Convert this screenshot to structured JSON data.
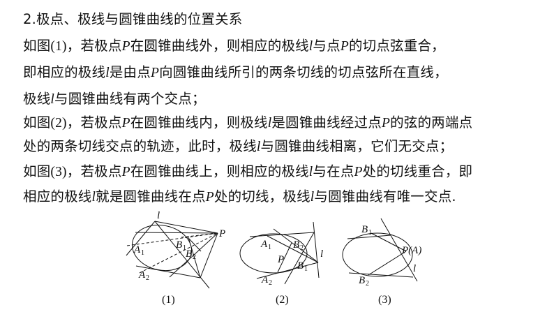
{
  "heading": "2.极点、极线与圆锥曲线的位置关系",
  "paragraphs": {
    "p1": {
      "line1": {
        "a": "如图",
        "b": "(1)",
        "c": "，若极点",
        "d": "P",
        "e": "在圆锥曲线外，则相应的极线",
        "f": "l",
        "g": "与点",
        "h": "P",
        "i": "的切点弦重合，"
      },
      "line2": {
        "a": "即相应的极线",
        "b": "l",
        "c": "是由点",
        "d": "P",
        "e": "向圆锥曲线所引的两条切线的切点弦所在直线，"
      },
      "line3": {
        "a": "极线",
        "b": "l",
        "c": "与圆锥曲线有两个交点；"
      }
    },
    "p2": {
      "line1": {
        "a": "如图",
        "b": "(2)",
        "c": "，若极点",
        "d": "P",
        "e": "在圆锥曲线内，则极线",
        "f": "l",
        "g": "是圆锥曲线经过点",
        "h": "P",
        "i": "的弦的两端点"
      },
      "line2": {
        "a": "处的两条切线交点的轨迹，此时，极线",
        "b": "l",
        "c": "与圆锥曲线相离，它们无交点；"
      }
    },
    "p3": {
      "line1": {
        "a": "如图",
        "b": "(3)",
        "c": "，若极点",
        "d": "P",
        "e": "在圆锥曲线上，则相应的极线",
        "f": "l",
        "g": "与在点",
        "h": "P",
        "i": "处的切线重合，即"
      },
      "line2": {
        "a": "相应的极线",
        "b": "l",
        "c": "就是圆锥曲线在点",
        "d": "P",
        "e": "处的切线，极线",
        "f": "l",
        "g": "与圆锥曲线有唯一交点."
      }
    }
  },
  "figures": [
    {
      "caption": "(1)",
      "labels": {
        "l": "l",
        "P": "P",
        "A1": "A",
        "A1_sub": "1",
        "A2": "A",
        "A2_sub": "2",
        "B1": "B",
        "B1_sub": "1",
        "B2": "B",
        "B2_sub": "2"
      }
    },
    {
      "caption": "(2)",
      "labels": {
        "l": "l",
        "P": "P",
        "A1": "A",
        "A1_sub": "1",
        "A2": "A",
        "A2_sub": "2",
        "B1": "B",
        "B1_sub": "1",
        "B2": "B",
        "B2_sub": "2"
      }
    },
    {
      "caption": "(3)",
      "labels": {
        "l": "l",
        "PA": "P(A)",
        "B1": "B",
        "B1_sub": "1",
        "B2": "B",
        "B2_sub": "2"
      }
    }
  ],
  "colors": {
    "text": "#111111",
    "background": "#ffffff",
    "stroke": "#111111"
  }
}
